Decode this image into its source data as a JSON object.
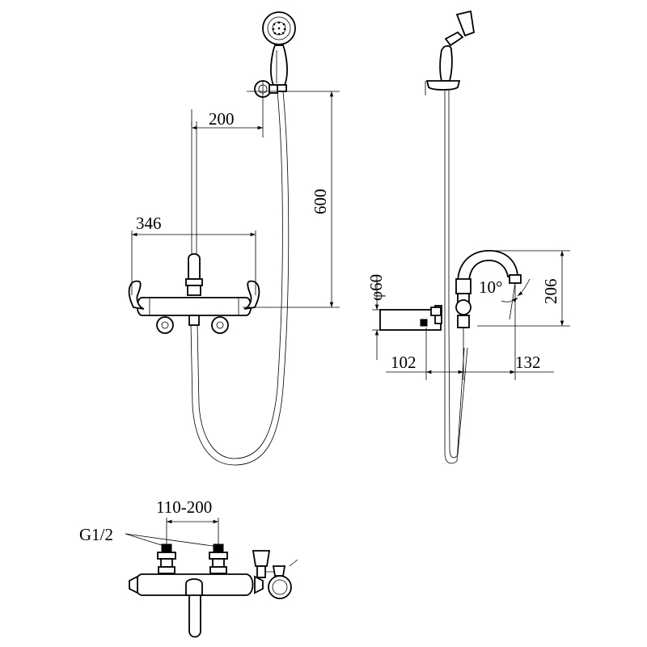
{
  "dimensions": {
    "arm_offset": "200",
    "total_width": "346",
    "riser_height": "600",
    "body_diameter": "φ60",
    "spout_angle": "10°",
    "spout_height": "206",
    "wall_to_body": "102",
    "spout_reach": "132",
    "inlet_distance": "110-200",
    "thread": "G1/2"
  },
  "colors": {
    "line": "#000000",
    "background": "#ffffff"
  }
}
